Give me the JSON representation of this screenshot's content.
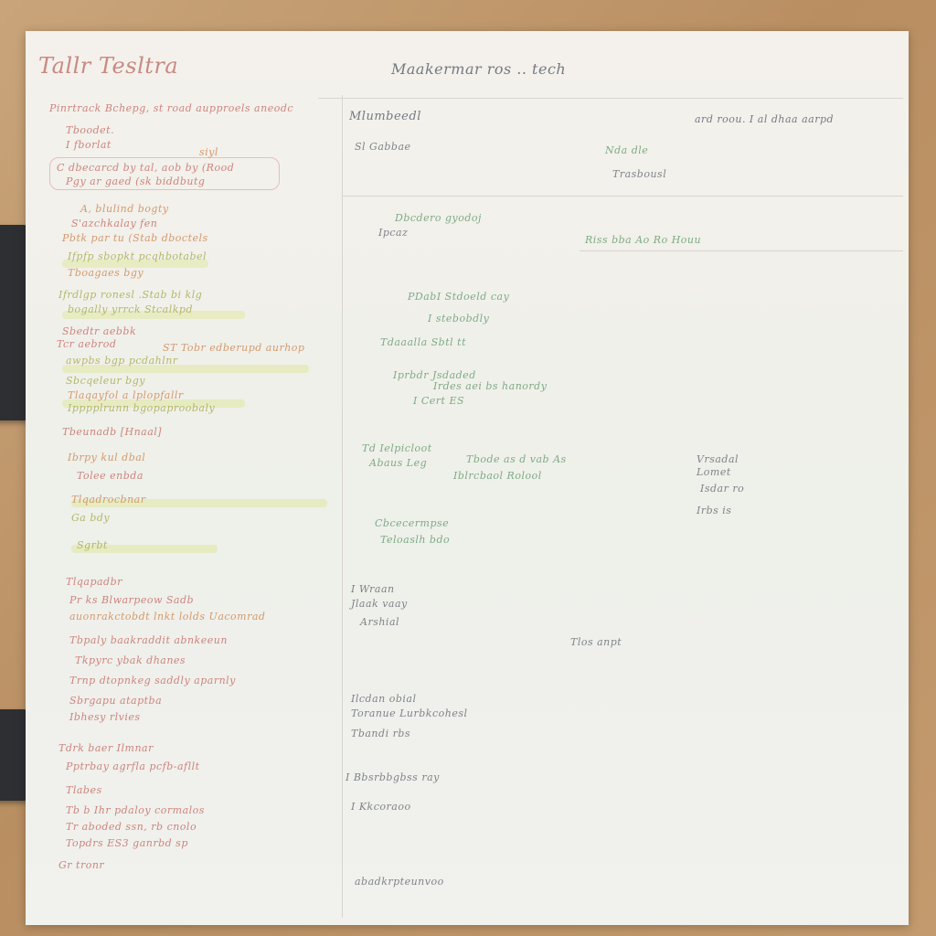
{
  "photo": {
    "description_free": true
  },
  "sheet": {
    "title": "Tallr Tesltra",
    "header_right": "Maakermar ros .. tech",
    "left_panel": {
      "heading": "Pinrtrack Bchepg, st road aupproels aneodc",
      "lines": [
        "Tboodet.",
        "I fborlat",
        "siyl",
        "C dbecarcd by tal, aob by (Rood",
        "Pgy ar gaed (sk biddbutg",
        "A, blulind bogty",
        "S'azchkalay fen",
        "Pbtk par tu (Stab dboctels",
        "Ifpfp sbopkt pcqhbotabel",
        "Tboagaes bgy",
        "Ifrdlgp ronesl .Stab bi klg",
        "bogally yrrck Stcalkpd",
        "Sbedtr aebbk",
        "Tcr aebrod",
        "ST Tobr edberupd aurhop",
        "awpbs bgp pcdahlnr",
        "Sbcqeleur bgy",
        "Tlaqayfol a lplopfallr",
        "Ipppplrunn bgopaproobaly",
        "Tbeunadb [Hnaal]",
        "Ibrpy kul dbal",
        "Tolee enbda",
        "Tlqadrocbnar",
        "Ga bdy",
        "Sgrbt",
        "Tlqapadbr",
        "Pr ks Blwarpeow Sadb",
        "auonrakctobdt lnkt lolds Uacomrad",
        "Tbpaly baakraddit abnkeeun",
        "Tkpyrc ybak dhanes",
        "Trnp dtopnkeg saddly aparnly",
        "Sbrgapu ataptba",
        "Ibhesy rlvies",
        "Tdrk baer Ilmnar",
        "Pptrbay agrfla pcfb-afllt",
        "Tlabes",
        "Tb b Ihr pdaloy cormalos",
        "Tr aboded ssn, rb cnolo",
        "Topdrs ES3 ganrbd sp",
        "Gr tronr"
      ]
    },
    "center_panel": {
      "heading": "Mlumbeedl",
      "lines": [
        "Sl Gabbae",
        "Dbcdero gyodoj",
        "Ipcaz",
        "PDabI Stdoeld cay",
        "I stebobdly",
        "Tdaaalla Sbtl tt",
        "Iprbdr Jsdaded",
        "Irdes aei bs hanordy",
        "I Cert ES",
        "Td Ielpicloot",
        "Tbode as d vab As",
        "Abaus Leg",
        "Iblrcbaol Rolool",
        "Cbcecermpse",
        "Teloaslh bdo",
        "I Wraan",
        "Jlaak vaay",
        "Arshial",
        "Tlos anpt",
        "Ilcdan obial",
        "Toranue Lurbkcohesl",
        "Tbandi rbs",
        "I Bbsrbbgbss ray",
        "I Kkcoraoo",
        "abadkrpteunvoo"
      ]
    },
    "right_panel": {
      "heading": "ard roou. I al dhaa aarpd",
      "lines": [
        "Nda dle",
        "Trasbousl",
        "Riss bba Ao Ro Houu",
        "Vrsadal",
        "Lomet",
        "Isdar ro",
        "Irbs is"
      ]
    }
  }
}
